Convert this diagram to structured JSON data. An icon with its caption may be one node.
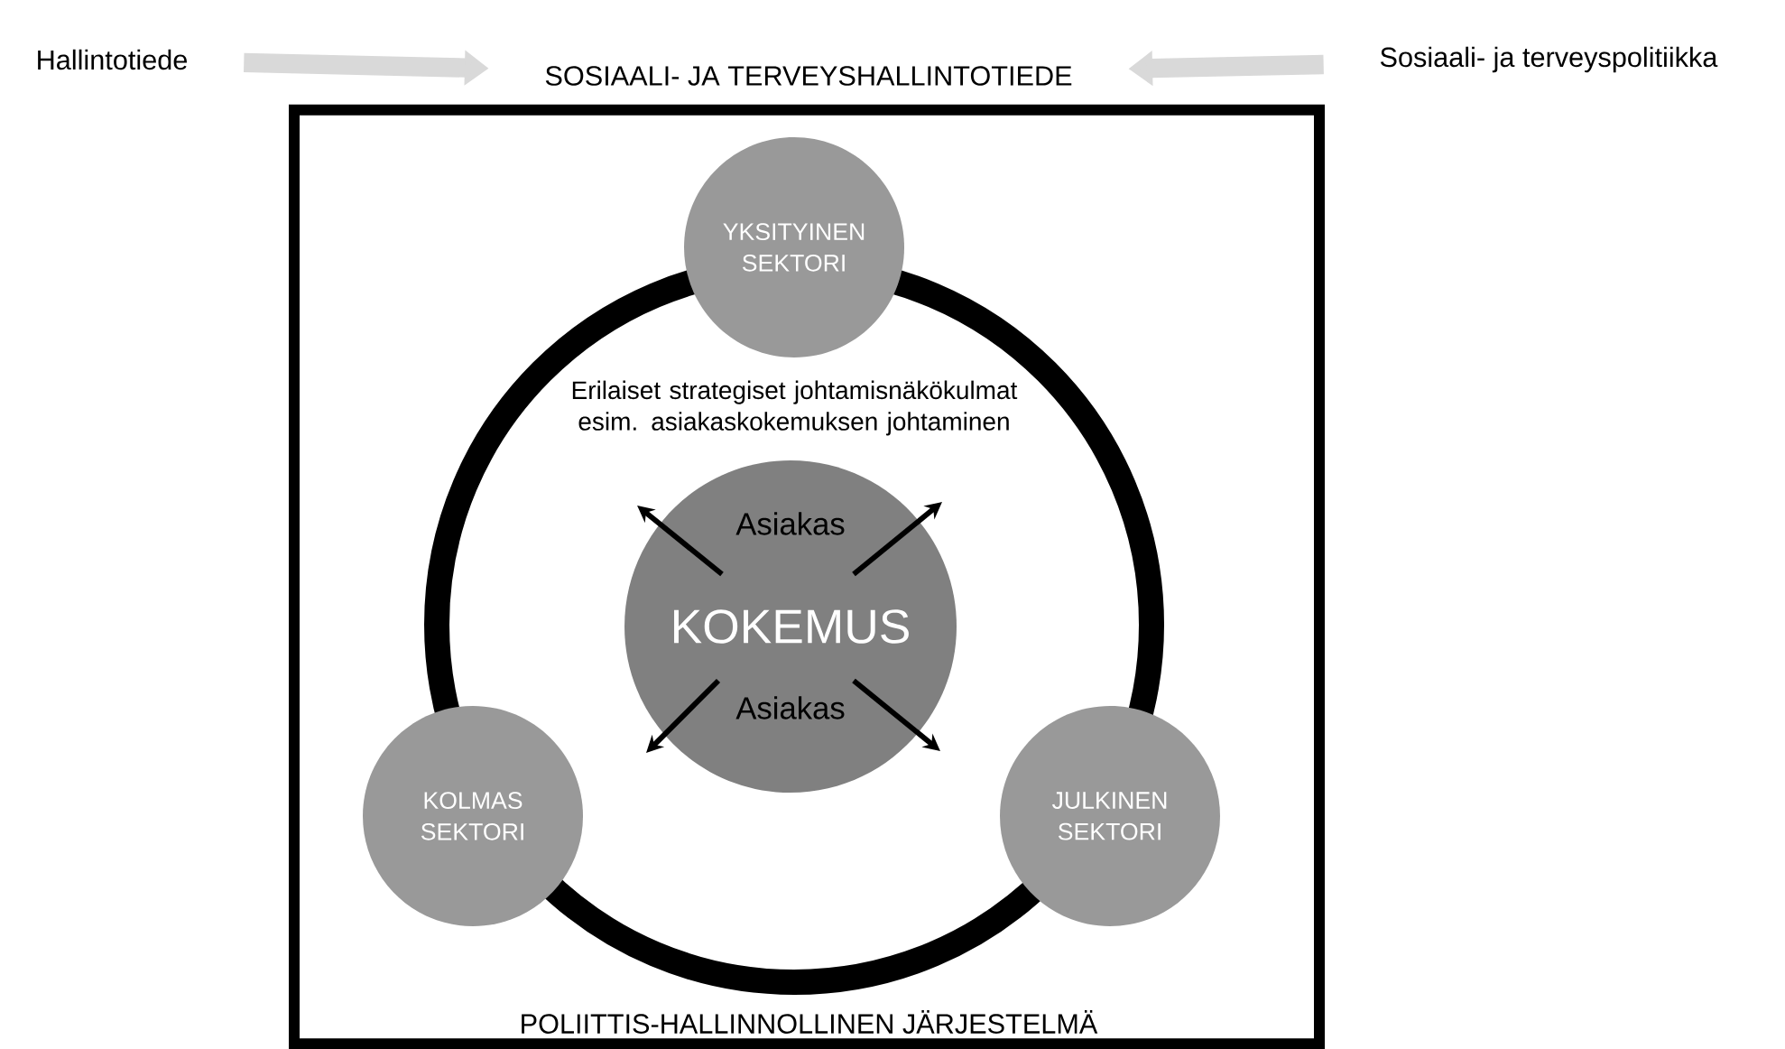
{
  "diagram": {
    "nodes": [
      {
        "text": [
          "Hallintotiede"
        ]
      },
      {
        "text": [
          "Sosiaali- ja terveyspolitiikka"
        ]
      },
      {
        "text": [
          "SOSIAALI- JA TERVEYSHALLINTOTIEDE"
        ]
      },
      {
        "text": [
          "POLIITTIS-HALLINNOLLINEN JÄRJESTELMÄ"
        ]
      },
      {
        "text": [
          "YKSITYINEN SEKTORI"
        ],
        "in": 3
      },
      {
        "text": [
          "KOLMAS SEKTORI"
        ],
        "in": 3
      },
      {
        "text": [
          "JULKINEN SEKTORI"
        ],
        "in": 3
      },
      {
        "text": [
          "Asiakas",
          "KOKEMUS",
          "Asiakas"
        ],
        "in": 3
      }
    ],
    "edges": [
      {
        "from": 0,
        "to": 2,
        "arrow": "to",
        "style": "thick",
        "color": "#d9d9d9"
      },
      {
        "from": 1,
        "to": 2,
        "arrow": "to",
        "style": "thick",
        "color": "#d9d9d9"
      },
      {
        "from": 7,
        "to": null,
        "arrow": "to"
      },
      {
        "from": 7,
        "to": null,
        "arrow": "to"
      },
      {
        "from": 7,
        "to": null,
        "arrow": "to"
      },
      {
        "from": 7,
        "to": null,
        "arrow": "to"
      }
    ],
    "labels": [
      "Erilaiset strategiset johtamisnäkökulmat esim. asiakaskokemuksen johtaminen"
    ]
  }
}
